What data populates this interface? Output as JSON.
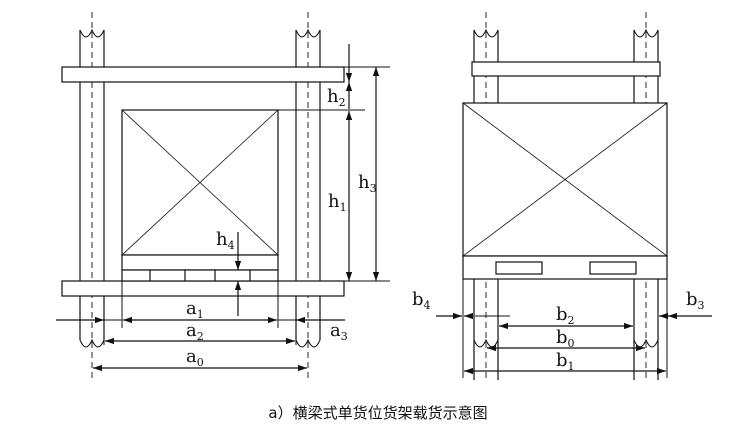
{
  "caption": "a）横梁式单货位货架载货示意图",
  "left_view": {
    "labels": {
      "h2": {
        "base": "h",
        "sub": "2"
      },
      "h3": {
        "base": "h",
        "sub": "3"
      },
      "h1": {
        "base": "h",
        "sub": "1"
      },
      "h4": {
        "base": "h",
        "sub": "4"
      },
      "a1": {
        "base": "a",
        "sub": "1"
      },
      "a2": {
        "base": "a",
        "sub": "2"
      },
      "a3": {
        "base": "a",
        "sub": "3"
      },
      "a0": {
        "base": "a",
        "sub": "0"
      }
    }
  },
  "right_view": {
    "labels": {
      "b4": {
        "base": "b",
        "sub": "4"
      },
      "b3": {
        "base": "b",
        "sub": "3"
      },
      "b2": {
        "base": "b",
        "sub": "2"
      },
      "b0": {
        "base": "b",
        "sub": "0"
      },
      "b1": {
        "base": "b",
        "sub": "1"
      }
    }
  },
  "colors": {
    "line": "#111111",
    "fill": "#ffffff"
  }
}
